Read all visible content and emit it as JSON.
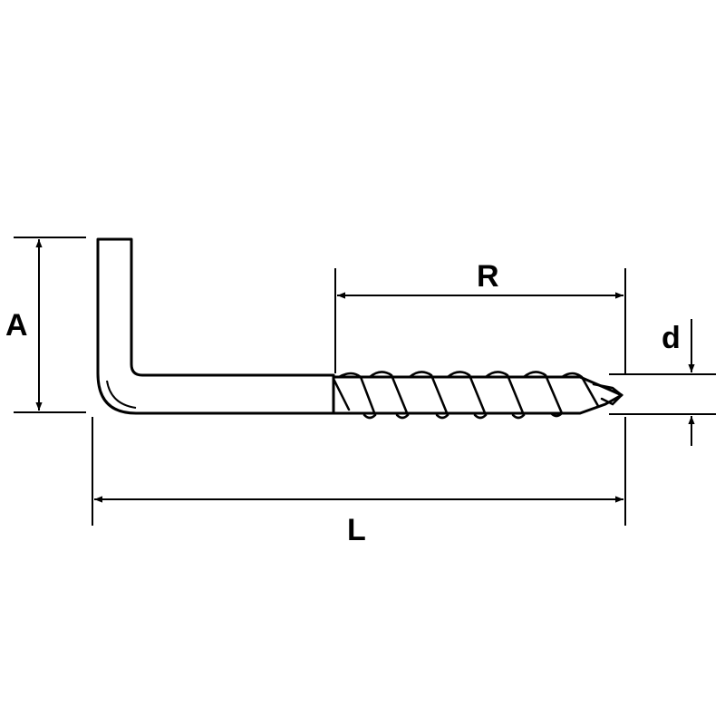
{
  "colors": {
    "ink": "#000000",
    "background": "#ffffff"
  },
  "dimensions": [
    {
      "id": "A",
      "label": "A"
    },
    {
      "id": "R",
      "label": "R"
    },
    {
      "id": "d",
      "label": "d"
    },
    {
      "id": "L",
      "label": "L"
    }
  ]
}
